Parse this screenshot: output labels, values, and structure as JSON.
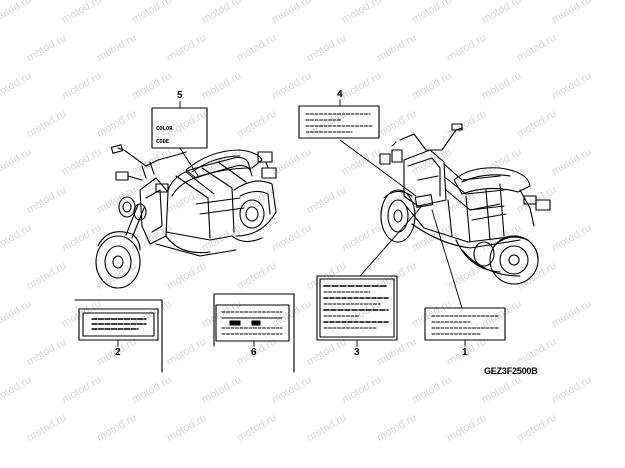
{
  "watermark": "motod.ru",
  "callouts": {
    "c1": "1",
    "c2": "2",
    "c3": "3",
    "c4": "4",
    "c5": "5",
    "c6": "6"
  },
  "label5": {
    "line1": "COLOR",
    "line2": "CODE"
  },
  "diagram_code": "GEZ3F2500B"
}
